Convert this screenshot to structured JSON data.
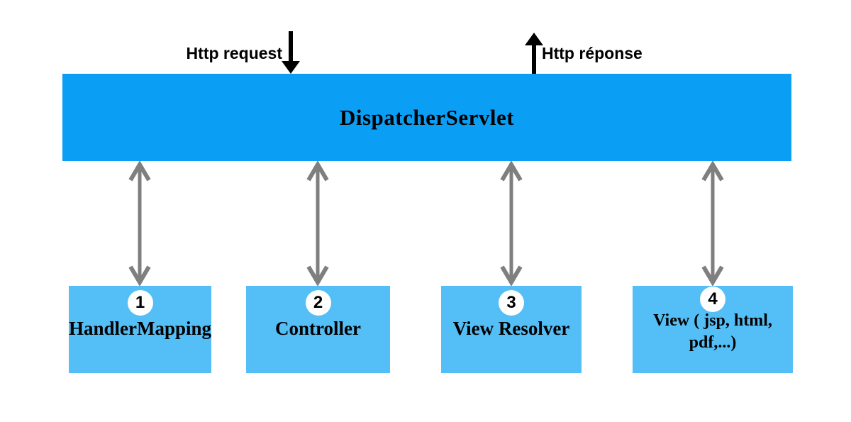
{
  "diagram": {
    "request_label": "Http request",
    "response_label": "Http réponse",
    "bar_title": "DispatcherServlet",
    "boxes": [
      {
        "number": "1",
        "lines": [
          "HandlerMapping"
        ]
      },
      {
        "number": "2",
        "lines": [
          "Controller"
        ]
      },
      {
        "number": "3",
        "lines": [
          "View Resolver"
        ]
      },
      {
        "number": "4",
        "lines": [
          "View ( jsp, html,",
          "pdf,...)"
        ]
      }
    ],
    "colors": {
      "bar_blue": "#0a9ff5",
      "box_blue": "#54bff7",
      "arrow_gray": "#7f7f7f",
      "arrow_black": "#000000",
      "text_black": "#000000",
      "badge_bg": "#ffffff"
    }
  }
}
